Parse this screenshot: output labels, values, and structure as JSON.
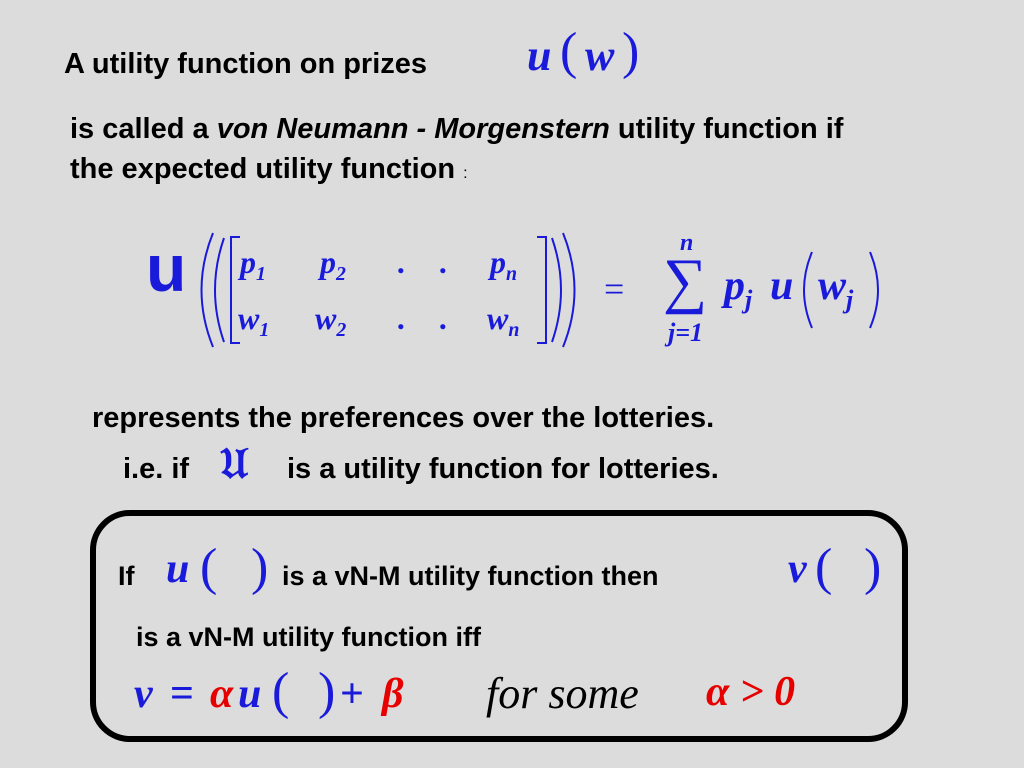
{
  "intro": {
    "line1": "A utility function on prizes",
    "uw_u": "u",
    "uw_w": "w",
    "line2_prefix": "is called a ",
    "line2_italic": "von Neumann - Morgenstern",
    "line2_suffix": " utility function if",
    "line3": "the expected utility function",
    "line3_colon": ":"
  },
  "formula": {
    "big_u": "u",
    "matrix_top": [
      "p",
      "p",
      ".",
      ".",
      "p"
    ],
    "matrix_top_subs": [
      "1",
      "2",
      "",
      "",
      "n"
    ],
    "matrix_bottom": [
      "w",
      "w",
      ".",
      ".",
      "w"
    ],
    "matrix_bottom_subs": [
      "1",
      "2",
      "",
      "",
      "n"
    ],
    "equals": "=",
    "sum_upper": "n",
    "sum_lower": "j=1",
    "sum_symbol": "∑",
    "rhs_p": "p",
    "rhs_p_sub": "j",
    "rhs_u": "u",
    "rhs_w": "w",
    "rhs_w_sub": "j"
  },
  "after": {
    "line1": "represents the preferences over the lotteries.",
    "ie_prefix": "i.e. if",
    "script_u": "𝔘",
    "ie_suffix": "is a utility function for lotteries."
  },
  "box": {
    "if": "If",
    "u": "u",
    "middle": "is a vN-M  utility function then",
    "v": "v",
    "line2": "is a vN-M  utility function iff",
    "eq_v": "v",
    "eq_equals": "=",
    "eq_alpha": "α",
    "eq_u": "u",
    "eq_plus": "+",
    "eq_beta": "β",
    "for_some": "for some",
    "cond": "α > 0"
  },
  "colors": {
    "background": "#dcdcdc",
    "math_blue": "#1a1adb",
    "math_red": "#e60000",
    "text": "#000000"
  }
}
